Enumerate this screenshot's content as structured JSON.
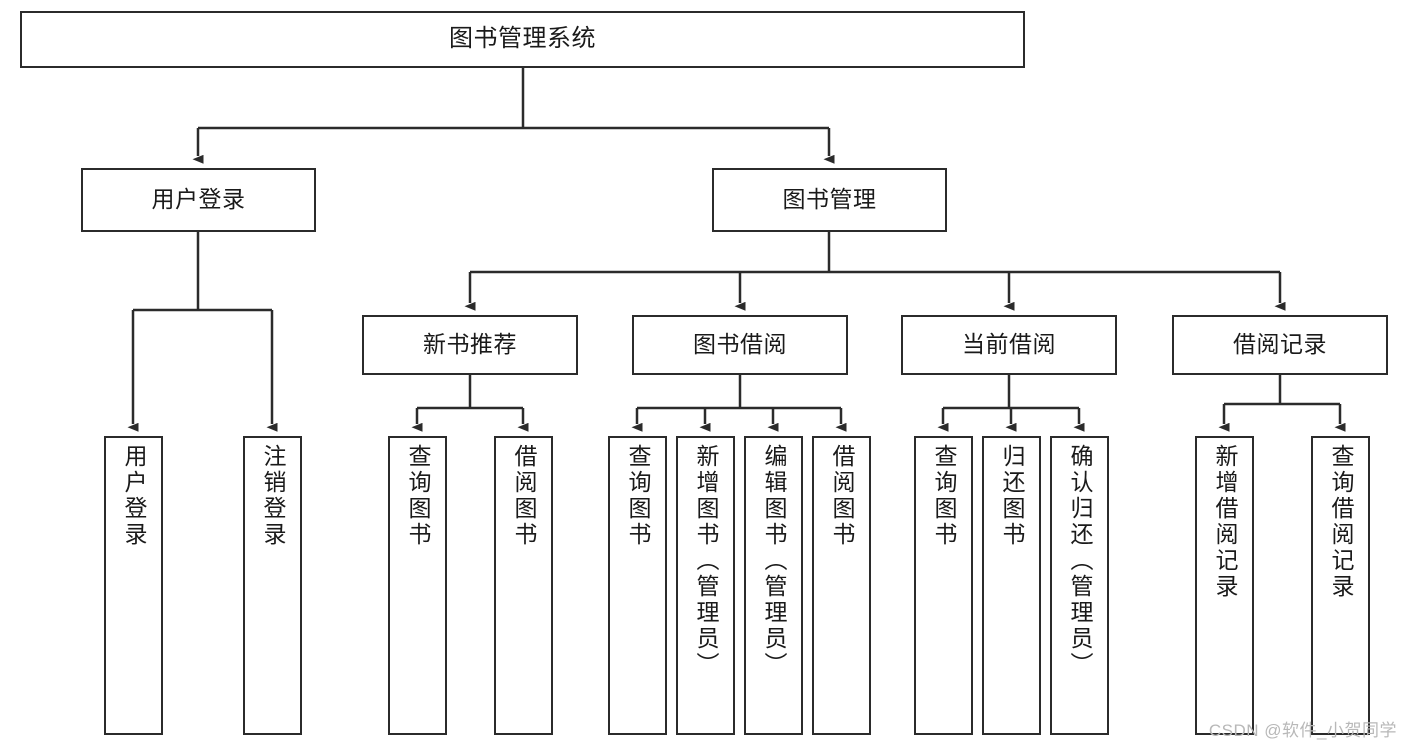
{
  "diagram": {
    "title": "图书管理系统",
    "type": "tree-hierarchy",
    "watermark": "CSDN @软件_小贺同学",
    "colors": {
      "background": "#ffffff",
      "node_border": "#2b2b2b",
      "node_fill": "#ffffff",
      "edge": "#2b2b2b",
      "text": "#1a1a1a",
      "watermark": "#b8b8b8"
    },
    "root": {
      "label": "图书管理系统"
    },
    "level1": [
      {
        "label": "用户登录"
      },
      {
        "label": "图书管理"
      }
    ],
    "level2": [
      {
        "label": "新书推荐"
      },
      {
        "label": "图书借阅"
      },
      {
        "label": "当前借阅"
      },
      {
        "label": "借阅记录"
      }
    ],
    "leaves": {
      "user_login": [
        {
          "label": "用户登录"
        },
        {
          "label": "注销登录"
        }
      ],
      "new_book_recommend": [
        {
          "label": "查询图书"
        },
        {
          "label": "借阅图书"
        }
      ],
      "book_borrow": [
        {
          "label": "查询图书"
        },
        {
          "label": "新增图书（管理员）"
        },
        {
          "label": "编辑图书（管理员）"
        },
        {
          "label": "借阅图书"
        }
      ],
      "current_borrow": [
        {
          "label": "查询图书"
        },
        {
          "label": "归还图书"
        },
        {
          "label": "确认归还（管理员）"
        }
      ],
      "borrow_record": [
        {
          "label": "新增借阅记录"
        },
        {
          "label": "查询借阅记录"
        }
      ]
    }
  }
}
